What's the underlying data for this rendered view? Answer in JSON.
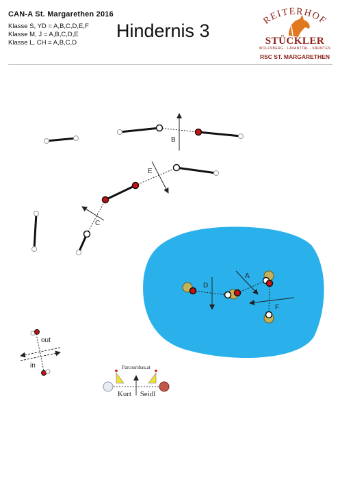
{
  "header": {
    "event": "CAN-A St. Margarethen 2016",
    "class_s": "Klasse S, YD = A,B,C,D,E,F",
    "class_m": "Klasse M, J = A,B,C,D,E",
    "class_l": "Klasse L, CH = A,B,C,D",
    "title": "Hindernis 3"
  },
  "logo": {
    "arc_text": "REITERHOF",
    "name": "STÜCKLER",
    "towns": "WOLFSBERG · LAVANTTAL · KÄRNTEN",
    "club": "RSC ST. MARGARETHEN"
  },
  "course": {
    "water_color": "#2ab0ea",
    "labels": {
      "A": "A",
      "B": "B",
      "C": "C",
      "D": "D",
      "E": "E",
      "F": "F",
      "out": "out",
      "in": "in"
    }
  },
  "credit": {
    "site": "Parcoursbau.at",
    "first_name": "Kurt",
    "last_name": "Seidl"
  },
  "colors": {
    "red_flag": "#cc1111",
    "white_flag": "#ffffff",
    "marker": "#c4b25a"
  }
}
